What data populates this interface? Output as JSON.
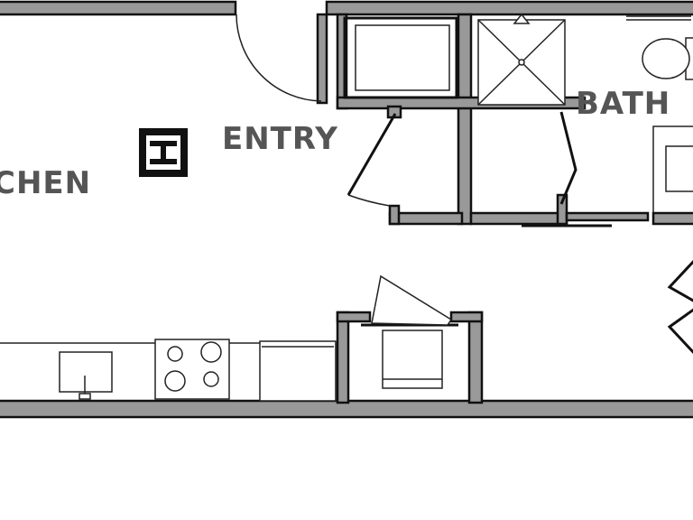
{
  "rooms": {
    "entry": "ENTRY",
    "bath": "BATH",
    "kitchen": "CHEN"
  },
  "colors": {
    "wall_fill": "#999999",
    "wall_outline": "#111111",
    "label": "#555555",
    "fixture_line": "#222222"
  }
}
